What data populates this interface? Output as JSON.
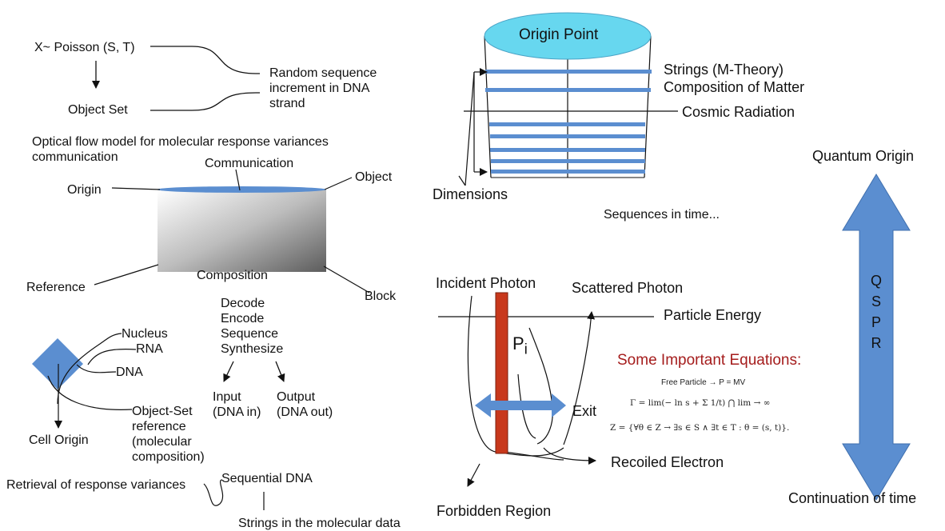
{
  "top_left": {
    "poisson": "X~ Poisson (S, T)",
    "object_set": "Object Set",
    "random_seq": [
      "Random sequence",
      "increment in DNA",
      "strand"
    ]
  },
  "optical": {
    "title": [
      "Optical flow model for molecular response variances",
      "communication"
    ],
    "communication": "Communication",
    "object": "Object",
    "origin": "Origin",
    "composition": "Composition",
    "reference": "Reference",
    "block": "Block"
  },
  "codec": {
    "ops": [
      "Decode",
      "Encode",
      "Sequence",
      "Synthesize"
    ],
    "input": [
      "Input",
      "(DNA in)"
    ],
    "output": [
      "Output",
      "(DNA out)"
    ]
  },
  "cell": {
    "nucleus": "Nucleus",
    "rna": "RNA",
    "dna": "DNA",
    "cell_origin": "Cell Origin",
    "object_set_ref": [
      "Object-Set",
      "reference",
      "(molecular",
      "composition)"
    ]
  },
  "bottom_left": {
    "retrieval": "Retrieval of response variances",
    "sequential": "Sequential DNA",
    "strings": "Strings in the molecular data"
  },
  "cylinder": {
    "origin_point": "Origin Point",
    "strings": "Strings (M-Theory)",
    "composition_matter": "Composition of Matter",
    "cosmic": "Cosmic Radiation",
    "dimensions": "Dimensions",
    "sequences": "Sequences in time..."
  },
  "photon": {
    "incident": "Incident Photon",
    "scattered": "Scattered Photon",
    "particle_energy": "Particle Energy",
    "p": "P",
    "p_sub": "i",
    "exit": "Exit",
    "recoiled": "Recoiled Electron",
    "forbidden": "Forbidden Region"
  },
  "equations": {
    "title": "Some Important Equations:",
    "free_particle": "Free Particle → P = MV",
    "gamma": "Γ = lim(− ln s + Σ 1/t) ⋂ lim → ∞",
    "z": "Z = {∀θ ∈ Z → ∃s ∈ S ∧ ∃t ∈ T : θ = (s, t)}."
  },
  "arrow": {
    "top": "Quantum Origin",
    "letters": [
      "Q",
      "S",
      "P",
      "R"
    ],
    "bottom": "Continuation of time"
  },
  "colors": {
    "blue": "#5b8ed0",
    "cyan": "#67d7ef",
    "red": "#c8381c",
    "title_red": "#a51d1d"
  }
}
